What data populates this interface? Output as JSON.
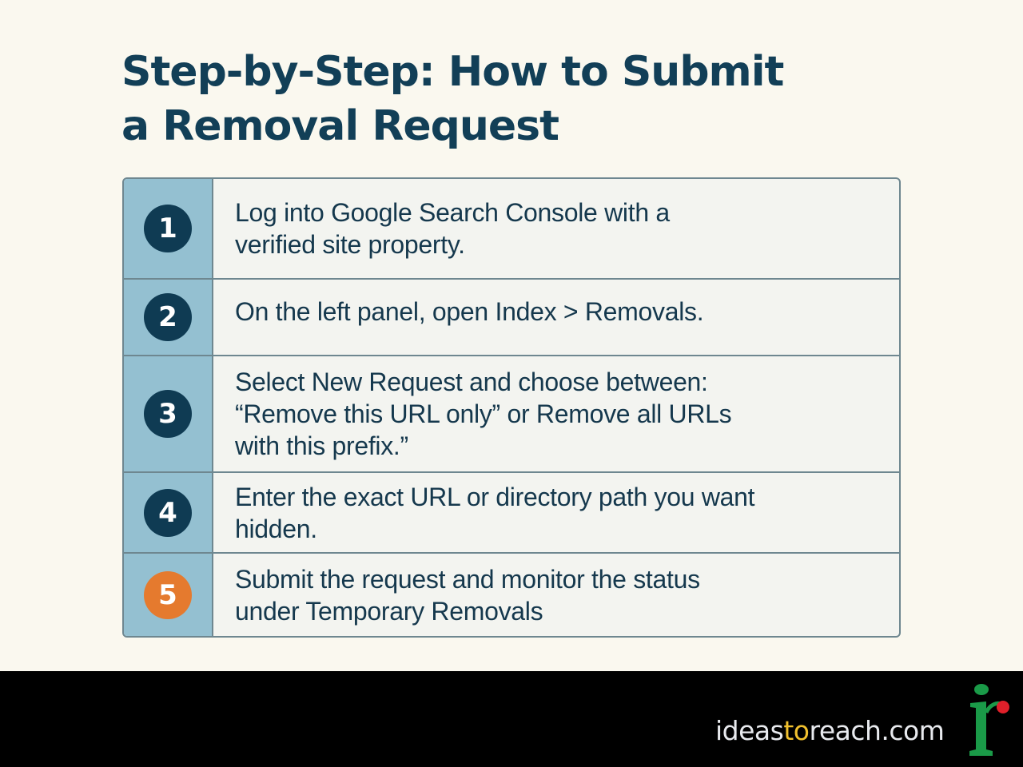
{
  "header": {
    "title_line1": "Step-by-Step: How to Submit",
    "title_line2": "a Removal Request"
  },
  "steps": [
    {
      "number": "1",
      "text": "Log into Google Search Console with a verified site property.",
      "badge_color": "#0f3b53"
    },
    {
      "number": "2",
      "text": "On the left panel, open Index > Removals.",
      "badge_color": "#0f3b53"
    },
    {
      "number": "3",
      "text": "Select New Request and choose between: “Remove this URL only” or Remove all URLs with this prefix.”",
      "badge_color": "#0f3b53"
    },
    {
      "number": "4",
      "text": "Enter the exact URL or directory path you want hidden.",
      "badge_color": "#0f3b53"
    },
    {
      "number": "5",
      "text": "Submit the request and monitor the status under Temporary Removals",
      "badge_color": "#e57a2e"
    }
  ],
  "footer": {
    "brand_part1": "ideas",
    "brand_part2": "to",
    "brand_part3": "reach.com",
    "logo_icon": "ir-logo-icon",
    "colors": {
      "highlight": "#f2c12e",
      "logo_green": "#1a9a48",
      "logo_red": "#e0202a"
    }
  }
}
